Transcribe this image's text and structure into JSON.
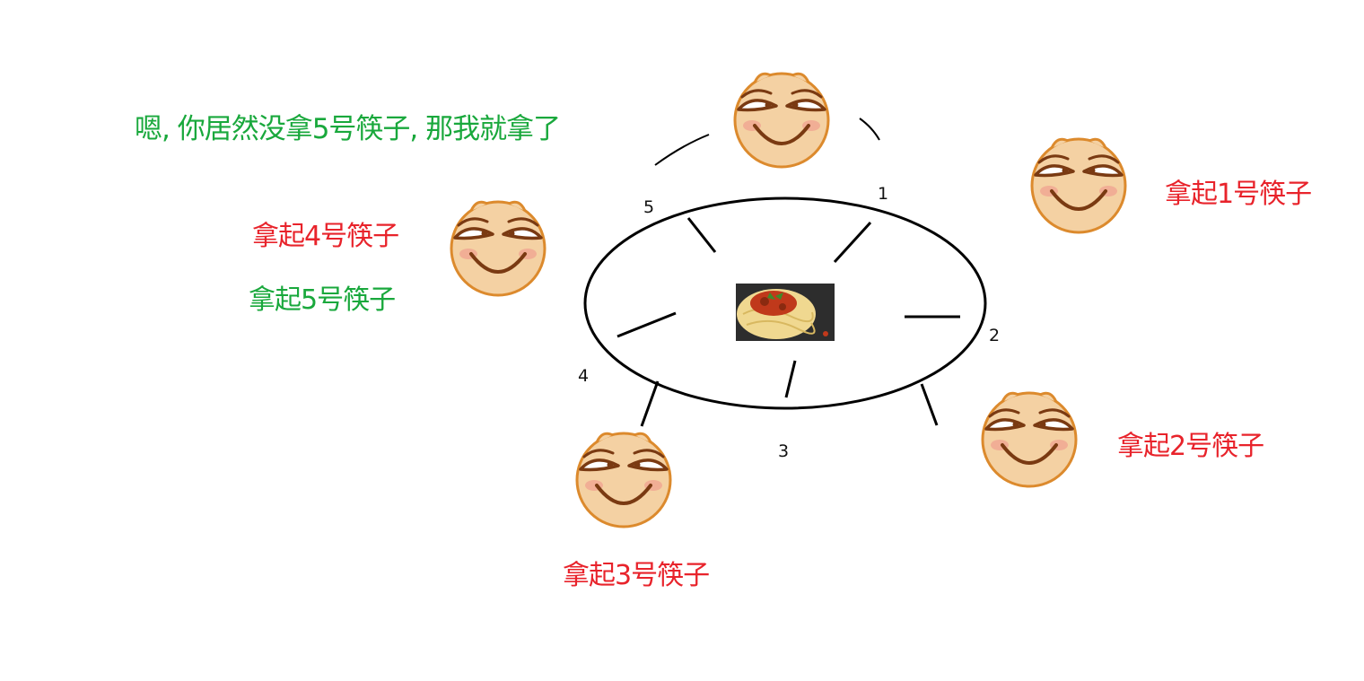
{
  "colors": {
    "red": "#e8232b",
    "green": "#19a83c",
    "face": "#f4d1a3",
    "face_border": "#dc8a2d",
    "feature": "#7a3a12",
    "cheek": "#f0a290"
  },
  "dialogue": "嗯, 你居然没拿5号筷子, 那我就拿了",
  "labels": {
    "p1": "拿起1号筷子",
    "p2": "拿起2号筷子",
    "p3": "拿起3号筷子",
    "p4": "拿起4号筷子",
    "p5": "拿起5号筷子"
  },
  "chopsticks": {
    "c1": "1",
    "c2": "2",
    "c3": "3",
    "c4": "4",
    "c5": "5"
  },
  "icons": {
    "philosopher": "grinning-face-icon",
    "food": "spaghetti-plate-icon"
  }
}
